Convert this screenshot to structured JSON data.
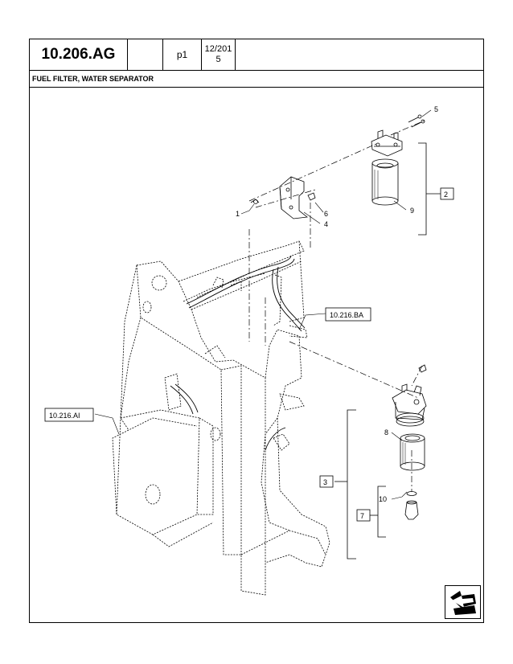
{
  "header": {
    "section_code": "10.206.AG",
    "blank_cell": "",
    "page": "p1",
    "date": "12/201\n5"
  },
  "title": "FUEL FILTER, WATER SEPARATOR",
  "callouts": {
    "c1": "1",
    "c2": "2",
    "c3": "3",
    "c4": "4",
    "c5": "5",
    "c6": "6",
    "c7": "7",
    "c8": "8",
    "c9": "9",
    "c10": "10"
  },
  "references": {
    "ref_ba": "10.216.BA",
    "ref_ai": "10.216.AI"
  },
  "nav_icon": "next-page-arrow-icon"
}
